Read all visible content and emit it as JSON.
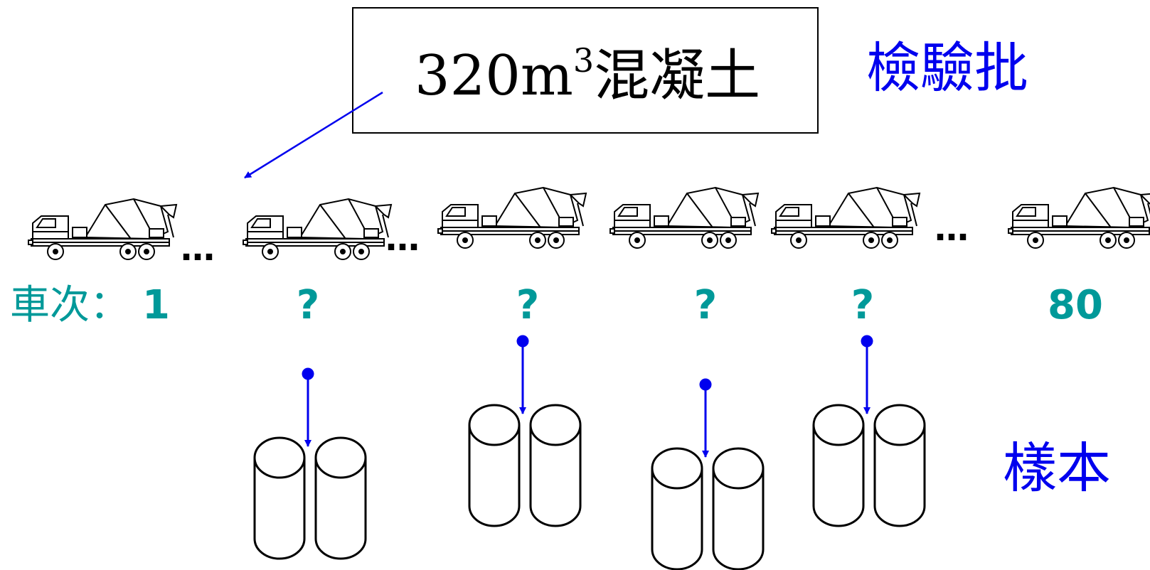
{
  "batch_box": {
    "main": "320m",
    "sup": "3",
    "rest": "混凝土"
  },
  "labels": {
    "batch": "檢驗批",
    "sample": "樣本"
  },
  "truck_label_prefix": "車次：",
  "truck_labels": [
    "1",
    "?",
    "?",
    "?",
    "?",
    "80"
  ],
  "ellipsis": "…",
  "colors": {
    "accent_blue": "#0000ee",
    "label_teal": "#009999",
    "line": "#000000"
  }
}
